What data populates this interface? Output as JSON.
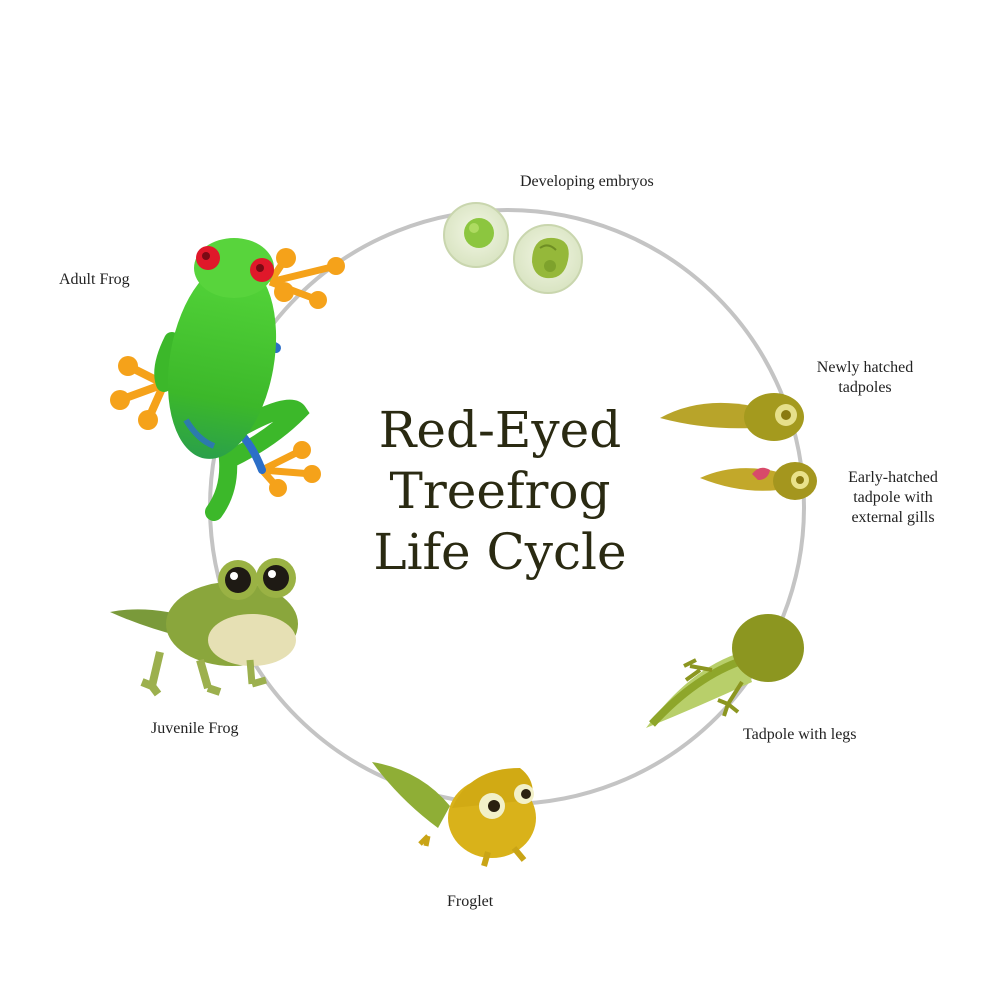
{
  "title": {
    "line1": "Red-Eyed",
    "line2": "Treefrog",
    "line3": "Life Cycle"
  },
  "stages": {
    "embryos": "Developing embryos",
    "newly_hatched": {
      "line1": "Newly hatched",
      "line2": "tadpoles"
    },
    "early_hatched": {
      "line1": "Early-hatched",
      "line2": "tadpole with",
      "line3": "external gills"
    },
    "tadpole_legs": "Tadpole with legs",
    "froglet": "Froglet",
    "juvenile": "Juvenile Frog",
    "adult": "Adult Frog"
  },
  "colors": {
    "cycle_ring": "#c4c4c4",
    "adult_green": "#3fbf2c",
    "adult_eye": "#e0182a",
    "adult_toes": "#f5a21a",
    "adult_blue": "#2c6fc8",
    "juvenile_green": "#7a9a3a",
    "froglet_yellow": "#d9b21a",
    "tadpole_olive": "#a49a1e",
    "tadpole_legs_green": "#8ea62a",
    "embryo_green": "#8cc63f"
  }
}
